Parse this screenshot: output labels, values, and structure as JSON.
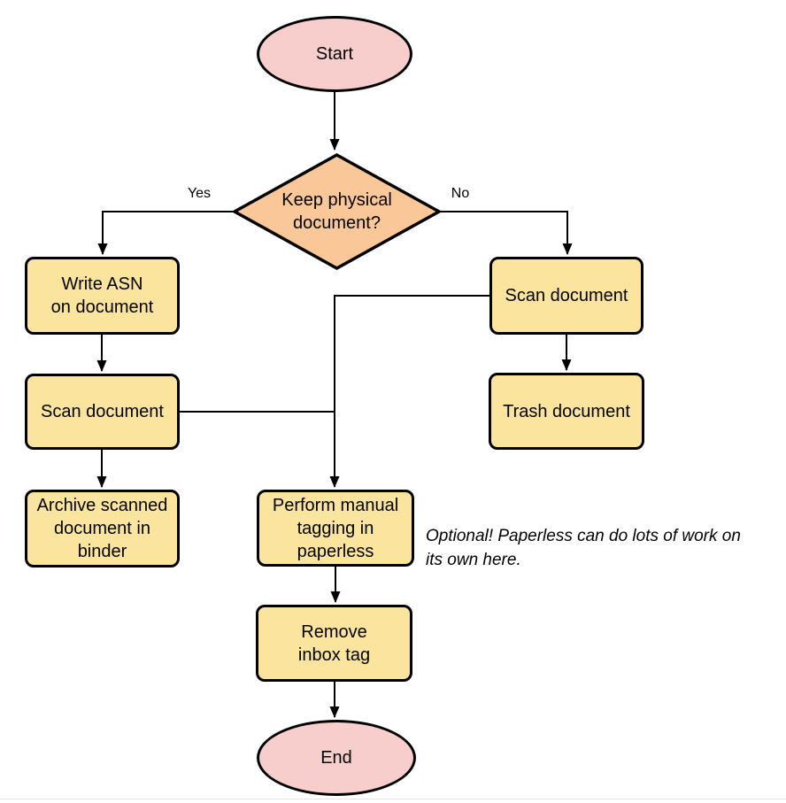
{
  "diagram": {
    "type": "flowchart",
    "nodes": {
      "start": {
        "label": "Start",
        "shape": "terminator"
      },
      "decision": {
        "label": "Keep physical\ndocument?",
        "shape": "decision"
      },
      "write_asn": {
        "label": "Write ASN\non document",
        "shape": "process"
      },
      "scan_left": {
        "label": "Scan document",
        "shape": "process"
      },
      "archive": {
        "label": "Archive scanned\ndocument in\nbinder",
        "shape": "process"
      },
      "scan_right": {
        "label": "Scan document",
        "shape": "process"
      },
      "trash": {
        "label": "Trash document",
        "shape": "process"
      },
      "tagging": {
        "label": "Perform manual\ntagging in\npaperless",
        "shape": "process"
      },
      "remove_inbox": {
        "label": "Remove\ninbox tag",
        "shape": "process"
      },
      "end": {
        "label": "End",
        "shape": "terminator"
      }
    },
    "edge_labels": {
      "yes": "Yes",
      "no": "No"
    },
    "edges": [
      {
        "from": "start",
        "to": "decision",
        "label": ""
      },
      {
        "from": "decision",
        "to": "write_asn",
        "label": "Yes"
      },
      {
        "from": "decision",
        "to": "scan_right",
        "label": "No"
      },
      {
        "from": "write_asn",
        "to": "scan_left",
        "label": ""
      },
      {
        "from": "scan_left",
        "to": "archive",
        "label": ""
      },
      {
        "from": "scan_left",
        "to": "tagging",
        "label": ""
      },
      {
        "from": "scan_right",
        "to": "trash",
        "label": ""
      },
      {
        "from": "scan_right",
        "to": "tagging",
        "label": ""
      },
      {
        "from": "tagging",
        "to": "remove_inbox",
        "label": ""
      },
      {
        "from": "remove_inbox",
        "to": "end",
        "label": ""
      }
    ],
    "note": "Optional! Paperless can do lots of work on\nits own here.",
    "colors": {
      "terminator_fill": "#f8cecc",
      "process_fill": "#fbe49d",
      "decision_fill": "#fac898",
      "stroke": "#000000",
      "background": "#ffffff",
      "divider": "#e8e4de"
    }
  }
}
